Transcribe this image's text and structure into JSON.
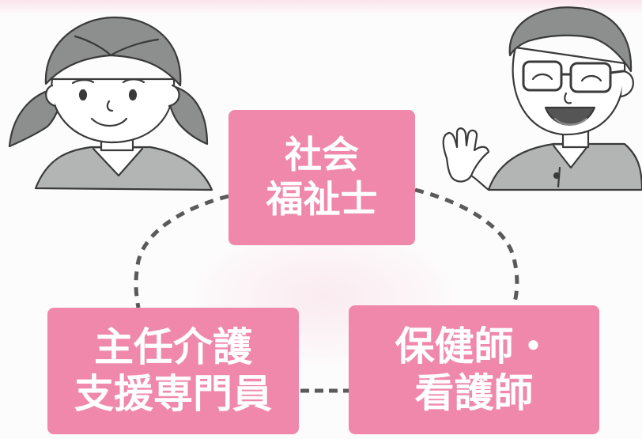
{
  "diagram": {
    "nodes": [
      {
        "id": "social-worker",
        "lines": [
          "社会",
          "福祉士"
        ]
      },
      {
        "id": "care-manager",
        "lines": [
          "主任介護",
          "支援専門員"
        ]
      },
      {
        "id": "public-health-nurse",
        "lines": [
          "保健師・",
          "看護師"
        ]
      }
    ],
    "connections": [
      [
        "social-worker",
        "care-manager"
      ],
      [
        "social-worker",
        "public-health-nurse"
      ],
      [
        "care-manager",
        "public-health-nurse"
      ]
    ],
    "connector_style": "dashed",
    "colors": {
      "node_fill": "#ef88aa",
      "node_text": "#ffffff",
      "connector": "#555555",
      "glow": "#f7d6e2"
    }
  },
  "illustrations": {
    "left": "girl-with-pigtails-illustration",
    "right": "man-with-glasses-waving-illustration"
  }
}
